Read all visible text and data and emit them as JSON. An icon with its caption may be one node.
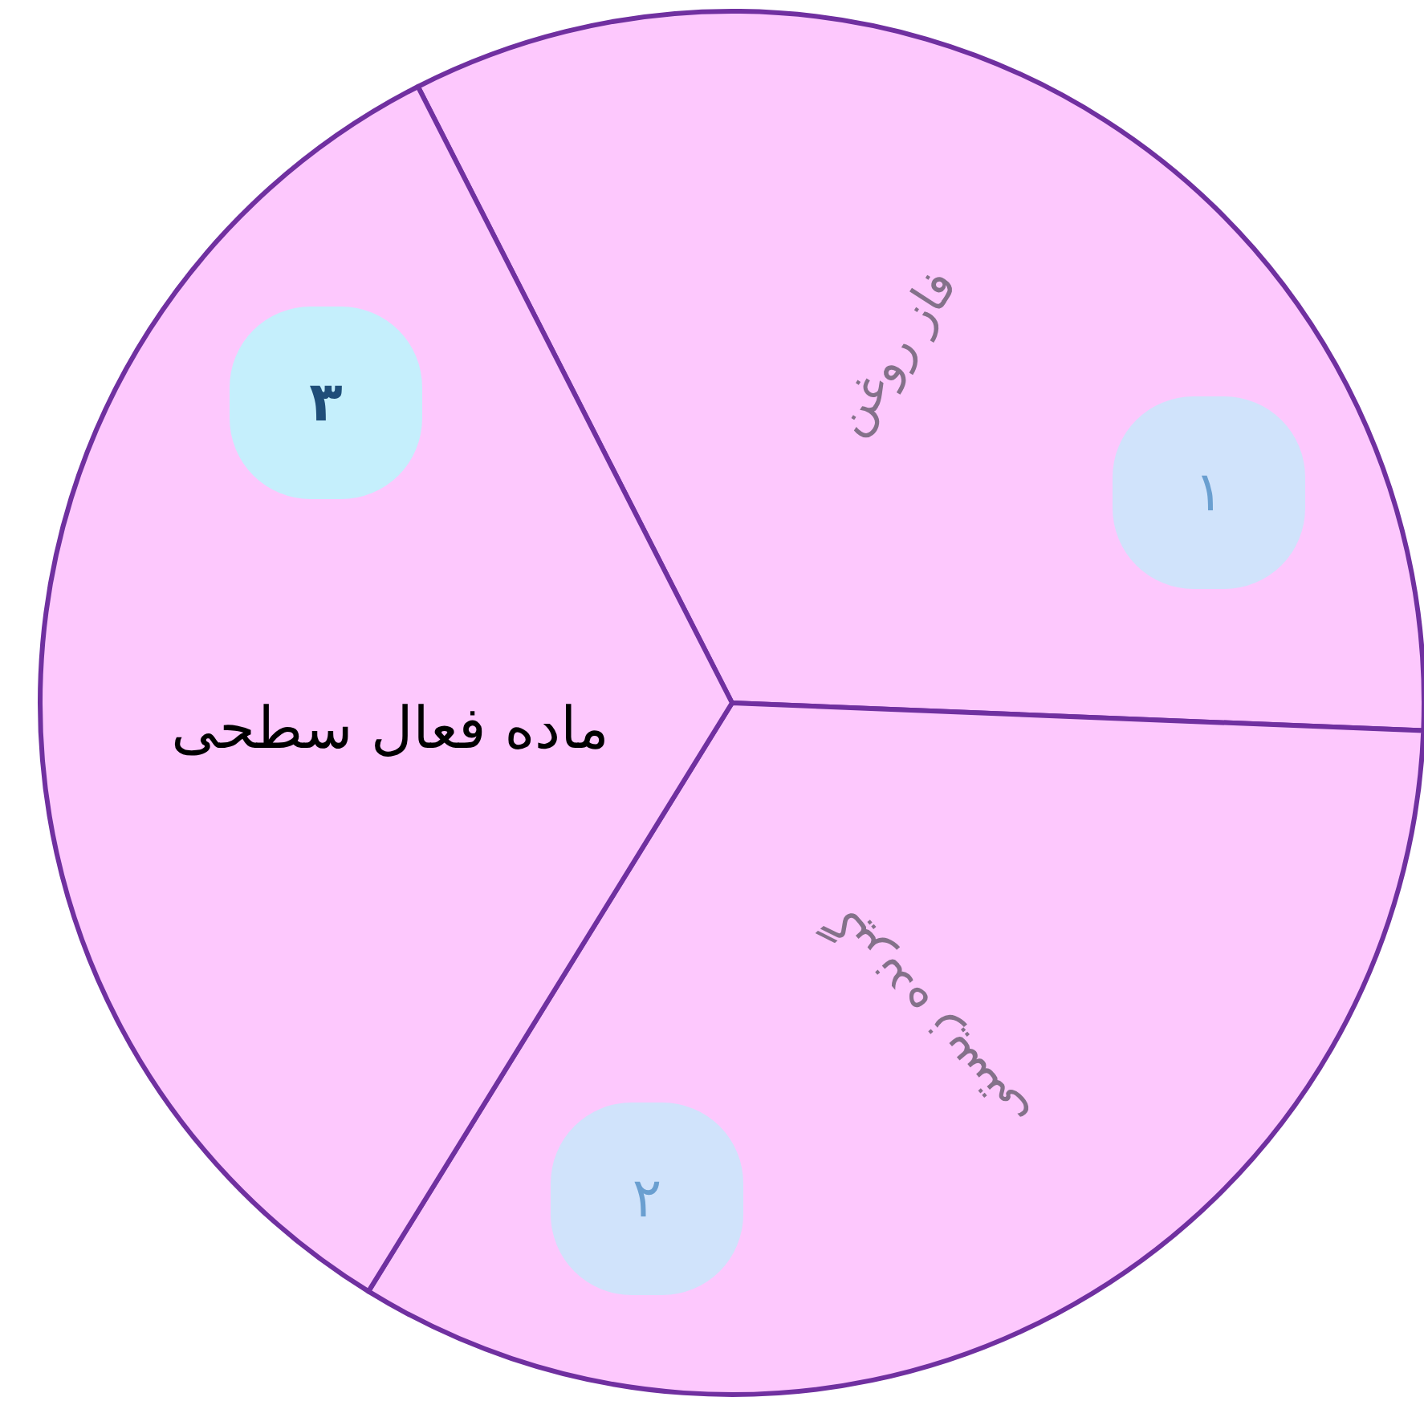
{
  "diagram": {
    "nodes": [
      {
        "text": [
          "فاز روغن"
        ]
      },
      {
        "text": [
          "۱"
        ],
        "in": 0
      },
      {
        "text": [
          "گیرنده زیستی"
        ]
      },
      {
        "text": [
          "۲"
        ],
        "in": 2
      },
      {
        "text": [
          "ماده فعال سطحی"
        ]
      },
      {
        "text": [
          "۳"
        ],
        "in": 4
      }
    ]
  }
}
